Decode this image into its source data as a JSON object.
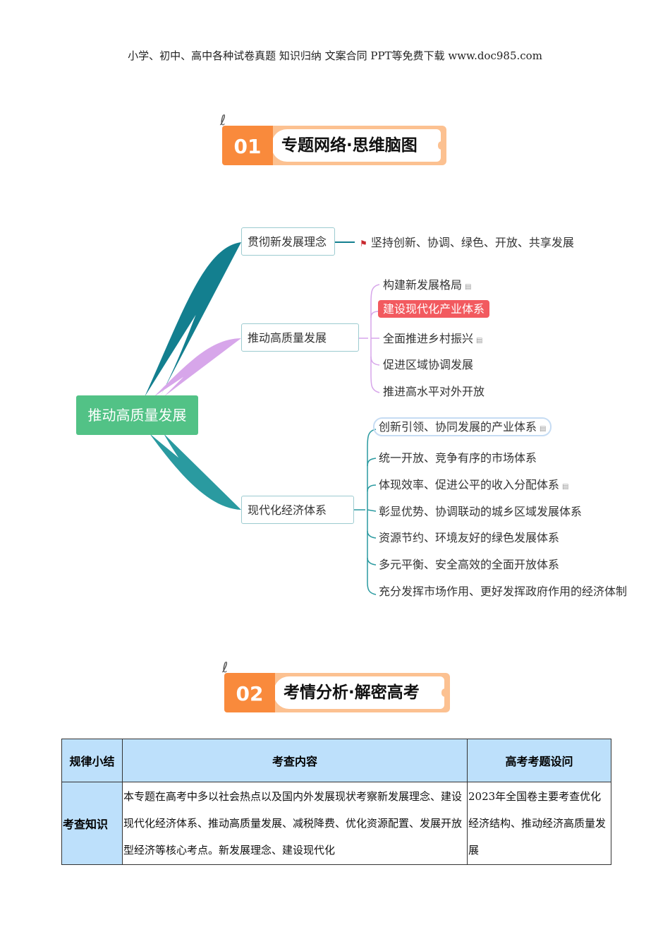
{
  "header": "小学、初中、高中各种试卷真题  知识归纳  文案合同  PPT等免费下载      www.doc985.com",
  "section1": {
    "num": "01",
    "title": "专题网络·思维脑图"
  },
  "section2": {
    "num": "02",
    "title": "考情分析·解密高考"
  },
  "mindmap": {
    "root": "推动高质量发展",
    "branches": [
      {
        "label": "贯彻新发展理念",
        "leaves": [
          "坚持创新、协调、绿色、开放、共享发展"
        ]
      },
      {
        "label": "推动高质量发展",
        "leaves": [
          "构建新发展格局",
          "建设现代化产业体系",
          "全面推进乡村振兴",
          "促进区域协调发展",
          "推进高水平对外开放"
        ]
      },
      {
        "label": "现代化经济体系",
        "leaves": [
          "创新引领、协同发展的产业体系",
          "统一开放、竞争有序的市场体系",
          "体现效率、促进公平的收入分配体系",
          "彰显优势、协调联动的城乡区域发展体系",
          "资源节约、环境友好的绿色发展体系",
          "多元平衡、安全高效的全面开放体系",
          "充分发挥市场作用、更好发挥政府作用的经济体制"
        ]
      }
    ],
    "colors": {
      "root": "#52c286",
      "branch1": "#137f8f",
      "branch2": "#d7a6ea",
      "branch3": "#2a9aa0",
      "highlight": "#f25a5f"
    }
  },
  "table": {
    "headers": [
      "规律小结",
      "考查内容",
      "高考考题设问"
    ],
    "row": {
      "label": "考查知识",
      "content": "本专题在高考中多以社会热点以及国内外发展现状考察新发展理念、建设现代化经济体系、推动高质量发展、减税降费、优化资源配置、发展开放型经济等核心考点。新发展理念、建设现代化",
      "question": "2023年全国卷主要考查优化经济结构、推动经济高质量发展"
    }
  }
}
